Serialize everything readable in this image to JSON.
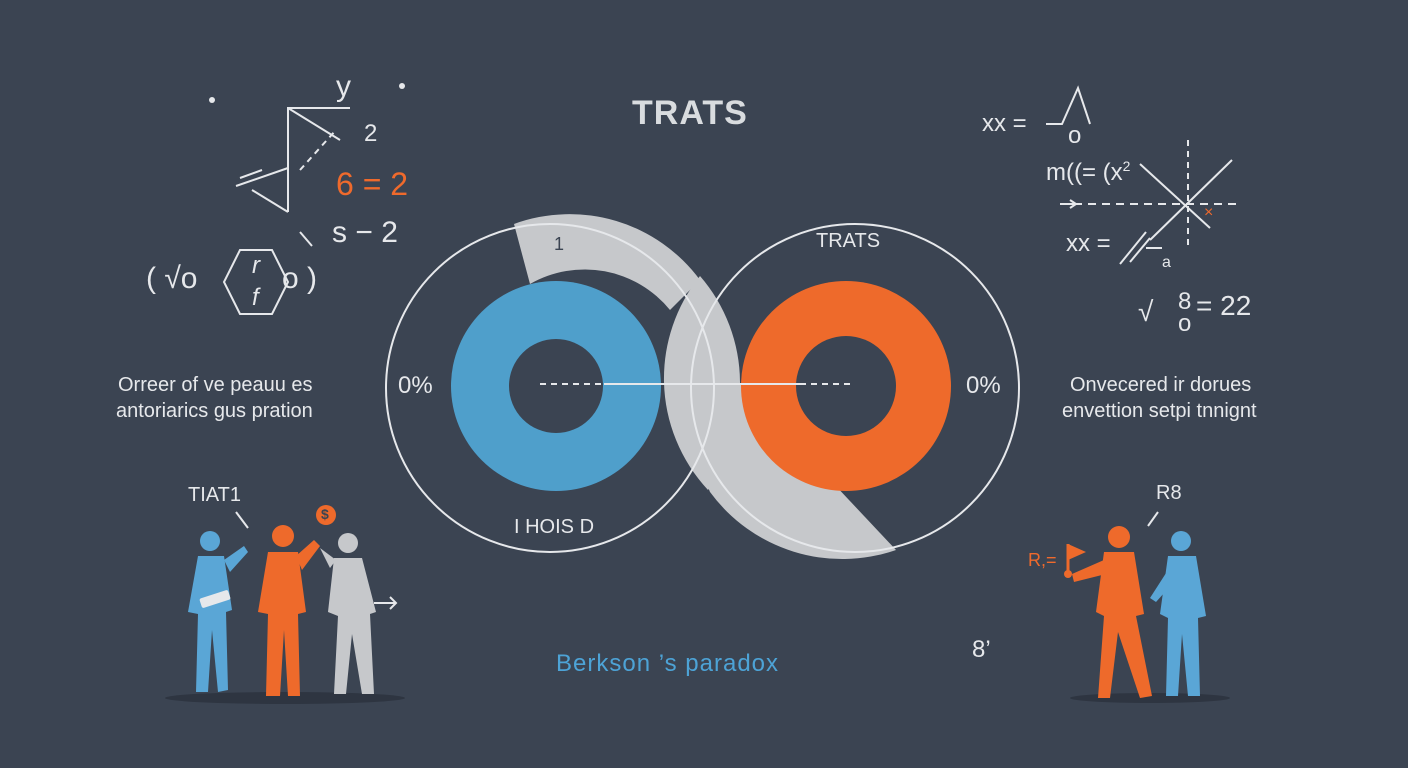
{
  "title": "TRATS",
  "footer": "Berkson ’s paradox",
  "colors": {
    "background": "#3b4452",
    "blue": "#4f9fcb",
    "orange": "#ee6a2b",
    "gray": "#c6c8cb",
    "line": "#e6e8eb"
  },
  "diagram": {
    "left_circle": {
      "top_label": "1",
      "bottom_label": "I HOIS D",
      "percent": "0%"
    },
    "right_circle": {
      "top_label": "TRATS",
      "percent": "0%"
    }
  },
  "left_panel": {
    "axis_label": "y",
    "eq_1": "2",
    "eq_2": "6 = 2",
    "eq_3": "s − 2",
    "formula": "( √o",
    "formula_f_top": "r",
    "formula_f_bottom": "f",
    "formula_close": "o )",
    "description_line1": "Orreer of ve peauu es",
    "description_line2": "antoriarics gus pration",
    "people_label": "TIAT1",
    "coin_symbol": "$"
  },
  "right_panel": {
    "eq_1_lhs": "xx =",
    "eq_1_bottom": "o",
    "eq_2": "m((= (x",
    "eq_2_sup": "2",
    "eq_3_lhs": "xx =",
    "eq_3_sub": "a",
    "eq_4_root": "√",
    "eq_4_top": "8",
    "eq_4_bottom": "o",
    "eq_4_rhs": "= 22",
    "graph_mark": "×",
    "description_line1": "Onvecered ir dorues",
    "description_line2": "envettion setpi tnnignt",
    "people_label": "R8",
    "speech_label": "R,=",
    "side_note": "8’"
  }
}
